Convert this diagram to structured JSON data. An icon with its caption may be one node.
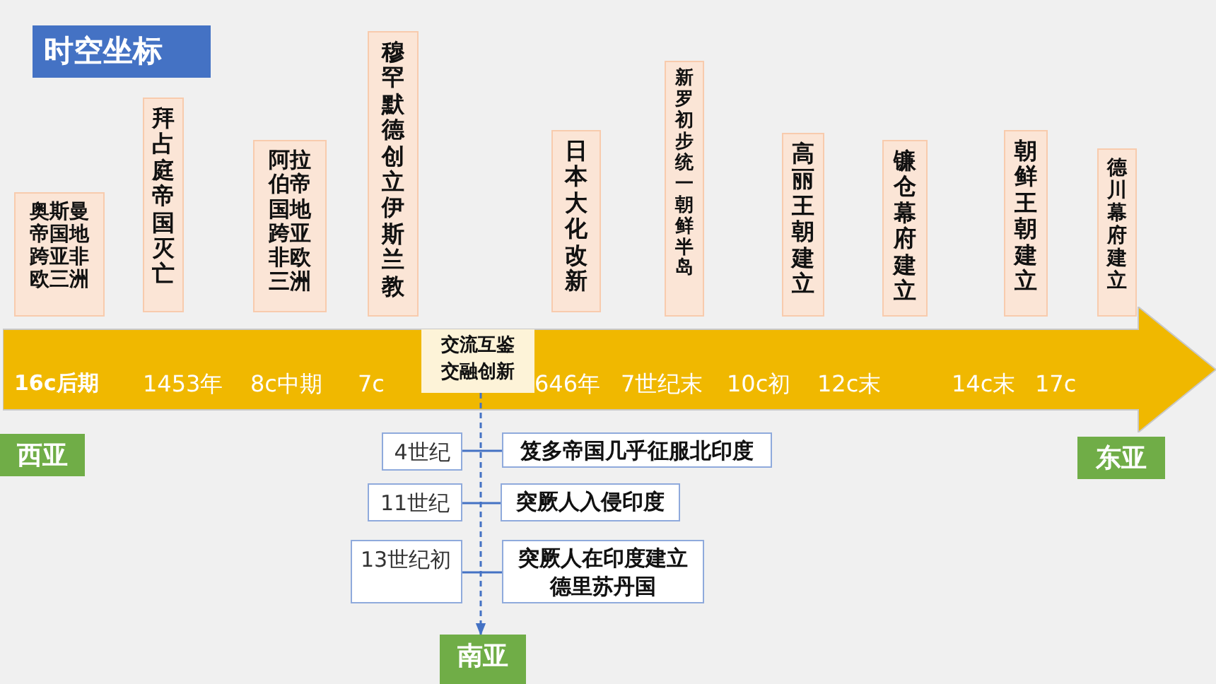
{
  "diagram": {
    "title": "时空坐标",
    "nodes": [
      {
        "text": [
          "奥斯曼帝国地跨亚非欧三洲"
        ]
      },
      {
        "text": [
          "拜占庭帝国灭亡"
        ]
      },
      {
        "text": [
          "阿拉伯帝国地跨亚非欧三洲"
        ]
      },
      {
        "text": [
          "穆罕默德创立伊斯兰教"
        ]
      },
      {
        "text": [
          "日本大化改新"
        ]
      },
      {
        "text": [
          "新罗初步统一朝鲜半岛"
        ]
      },
      {
        "text": [
          "高丽王朝建立"
        ]
      },
      {
        "text": [
          "镰仓幕府建立"
        ]
      },
      {
        "text": [
          "朝鲜王朝建立"
        ]
      },
      {
        "text": [
          "德川幕府建立"
        ]
      },
      {
        "text": [
          "16c后期",
          "1453年",
          "8c中期",
          "7c",
          "646年",
          "7世纪末",
          "10c初",
          "12c末",
          "14c末",
          "17c"
        ]
      },
      {
        "text": [
          "交流互鉴交融创新"
        ],
        "in": 10
      },
      {
        "text": [
          "西亚"
        ]
      },
      {
        "text": [
          "东亚"
        ]
      },
      {
        "text": [
          "4世纪"
        ]
      },
      {
        "text": [
          "笈多帝国几乎征服北印度"
        ]
      },
      {
        "text": [
          "11世纪"
        ]
      },
      {
        "text": [
          "突厥人入侵印度"
        ]
      },
      {
        "text": [
          "13世纪初"
        ]
      },
      {
        "text": [
          "突厥人在印度建立德里苏丹国"
        ]
      },
      {
        "text": [
          "南亚"
        ]
      }
    ],
    "edges": [
      {
        "from": 11,
        "to": 20,
        "arrow": "to",
        "style": "dashed"
      },
      {
        "from": 14,
        "to": 15,
        "arrow": "none"
      },
      {
        "from": 16,
        "to": 17,
        "arrow": "none"
      },
      {
        "from": 18,
        "to": 19,
        "arrow": "none"
      }
    ]
  }
}
